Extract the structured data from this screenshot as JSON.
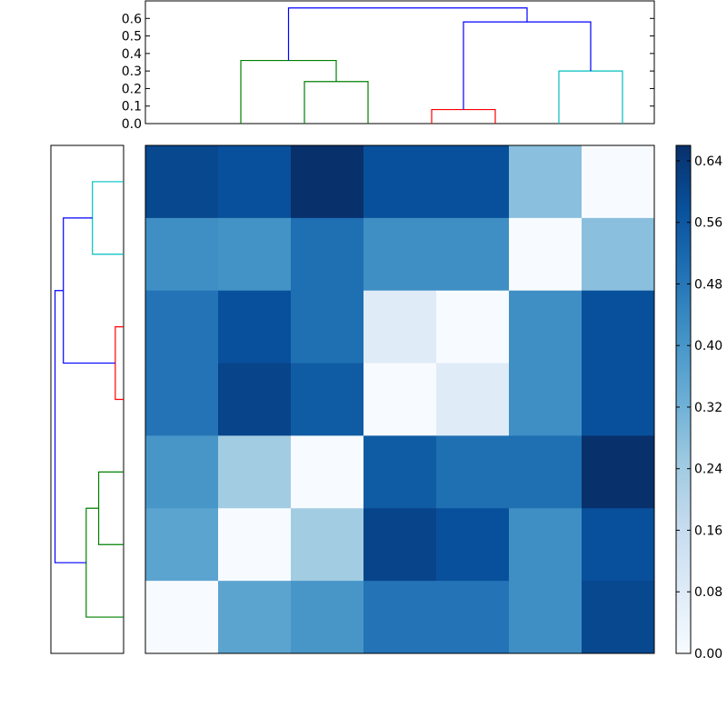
{
  "chart_data": {
    "type": "heatmap",
    "title": "",
    "xlabel": "",
    "ylabel": "",
    "colormap": "Blues",
    "vmin": 0.0,
    "vmax": 0.66,
    "matrix": [
      [
        0.6,
        0.58,
        0.66,
        0.58,
        0.58,
        0.28,
        0.0
      ],
      [
        0.42,
        0.41,
        0.5,
        0.42,
        0.42,
        0.0,
        0.28
      ],
      [
        0.49,
        0.58,
        0.5,
        0.08,
        0.0,
        0.42,
        0.58
      ],
      [
        0.49,
        0.61,
        0.55,
        0.0,
        0.08,
        0.42,
        0.58
      ],
      [
        0.4,
        0.24,
        0.0,
        0.55,
        0.5,
        0.5,
        0.66
      ],
      [
        0.36,
        0.0,
        0.24,
        0.61,
        0.58,
        0.42,
        0.58
      ],
      [
        0.0,
        0.36,
        0.4,
        0.49,
        0.49,
        0.42,
        0.6
      ]
    ],
    "top_dendrogram": {
      "ylim": [
        0.0,
        0.7
      ],
      "yticks": [
        "0.0",
        "0.1",
        "0.2",
        "0.3",
        "0.4",
        "0.5",
        "0.6"
      ],
      "links": [
        {
          "left": 2.5,
          "right": 3.5,
          "height": 0.24,
          "left_base": 0,
          "right_base": 0,
          "color": "#008000"
        },
        {
          "left": 1.5,
          "right": 3.0,
          "height": 0.36,
          "left_base": 0,
          "right_base": 0.24,
          "color": "#008000"
        },
        {
          "left": 4.5,
          "right": 5.5,
          "height": 0.08,
          "left_base": 0,
          "right_base": 0,
          "color": "#ff0000"
        },
        {
          "left": 6.5,
          "right": 7.5,
          "height": 0.3,
          "left_base": 0,
          "right_base": 0,
          "color": "#00bfbf"
        },
        {
          "left": 5.0,
          "right": 7.0,
          "height": 0.58,
          "left_base": 0.08,
          "right_base": 0.3,
          "color": "#0000ff"
        },
        {
          "left": 2.25,
          "right": 6.0,
          "height": 0.66,
          "left_base": 0.36,
          "right_base": 0.58,
          "color": "#0000ff"
        }
      ]
    },
    "left_dendrogram": {
      "links": [
        {
          "a": 0.5,
          "b": 1.5,
          "height": 0.3,
          "a_base": 0,
          "b_base": 0,
          "color": "#00bfbf"
        },
        {
          "a": 2.5,
          "b": 3.5,
          "height": 0.08,
          "a_base": 0,
          "b_base": 0,
          "color": "#ff0000"
        },
        {
          "a": 1.0,
          "b": 3.0,
          "height": 0.58,
          "a_base": 0.3,
          "b_base": 0.08,
          "color": "#0000ff"
        },
        {
          "a": 4.5,
          "b": 5.5,
          "height": 0.24,
          "a_base": 0,
          "b_base": 0,
          "color": "#008000"
        },
        {
          "a": 5.0,
          "b": 6.5,
          "height": 0.36,
          "a_base": 0.24,
          "b_base": 0,
          "color": "#008000"
        },
        {
          "a": 2.0,
          "b": 5.75,
          "height": 0.66,
          "a_base": 0.58,
          "b_base": 0.36,
          "color": "#0000ff"
        }
      ]
    },
    "colorbar": {
      "ticks": [
        "0.00",
        "0.08",
        "0.16",
        "0.24",
        "0.32",
        "0.40",
        "0.48",
        "0.56",
        "0.64"
      ]
    }
  }
}
